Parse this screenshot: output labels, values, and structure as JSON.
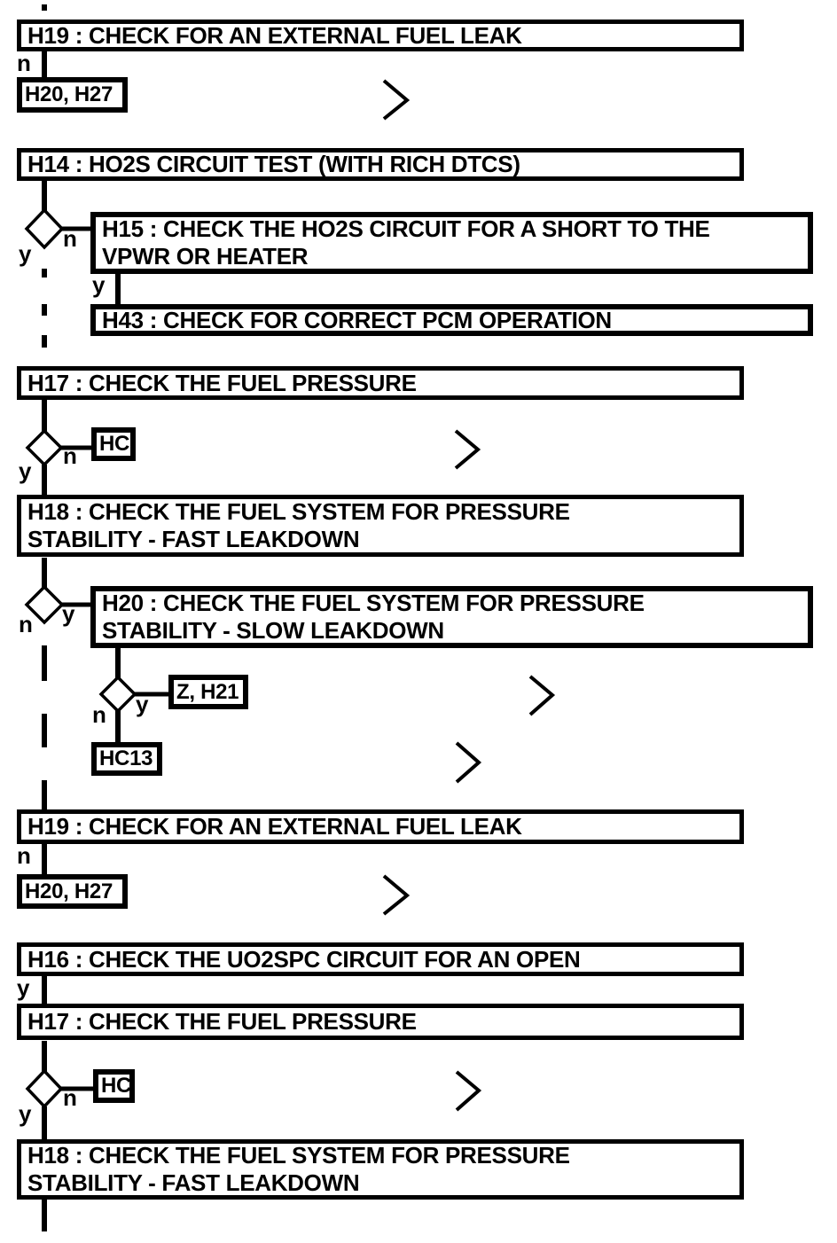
{
  "diagram": {
    "type": "flowchart",
    "colors": {
      "line": "#000000",
      "background": "#ffffff",
      "box_fill": "#ffffff"
    },
    "branch_labels": {
      "yes": "y",
      "no": "n"
    },
    "nodes": [
      {
        "id": "H19-1",
        "kind": "step",
        "lines": [
          "H19 : CHECK FOR AN EXTERNAL FUEL LEAK"
        ]
      },
      {
        "id": "H20H27-1",
        "kind": "goto",
        "lines": [
          "H20, H27"
        ]
      },
      {
        "id": "H14",
        "kind": "step",
        "lines": [
          "H14 : HO2S CIRCUIT TEST (WITH RICH DTCS)"
        ]
      },
      {
        "id": "H15",
        "kind": "step",
        "lines": [
          "H15 : CHECK THE HO2S CIRCUIT FOR A SHORT TO THE",
          "VPWR OR HEATER"
        ]
      },
      {
        "id": "H43",
        "kind": "step",
        "lines": [
          "H43 : CHECK FOR CORRECT PCM OPERATION"
        ]
      },
      {
        "id": "H17-1",
        "kind": "step",
        "lines": [
          "H17 : CHECK THE FUEL PRESSURE"
        ]
      },
      {
        "id": "HC-1",
        "kind": "goto",
        "lines": [
          "HC"
        ]
      },
      {
        "id": "H18-1",
        "kind": "step",
        "lines": [
          "H18 : CHECK THE FUEL SYSTEM FOR PRESSURE",
          "STABILITY - FAST LEAKDOWN"
        ]
      },
      {
        "id": "H20",
        "kind": "step",
        "lines": [
          "H20 : CHECK THE FUEL SYSTEM FOR PRESSURE",
          "STABILITY - SLOW LEAKDOWN"
        ]
      },
      {
        "id": "ZH21",
        "kind": "goto",
        "lines": [
          "Z, H21"
        ]
      },
      {
        "id": "HC13",
        "kind": "goto",
        "lines": [
          "HC13"
        ]
      },
      {
        "id": "H19-2",
        "kind": "step",
        "lines": [
          "H19 : CHECK FOR AN EXTERNAL FUEL LEAK"
        ]
      },
      {
        "id": "H20H27-2",
        "kind": "goto",
        "lines": [
          "H20, H27"
        ]
      },
      {
        "id": "H16",
        "kind": "step",
        "lines": [
          "H16 : CHECK THE UO2SPC CIRCUIT FOR AN OPEN"
        ]
      },
      {
        "id": "H17-2",
        "kind": "step",
        "lines": [
          "H17 : CHECK THE FUEL PRESSURE"
        ]
      },
      {
        "id": "HC-2",
        "kind": "goto",
        "lines": [
          "HC"
        ]
      },
      {
        "id": "H18-2",
        "kind": "step",
        "lines": [
          "H18 : CHECK THE FUEL SYSTEM FOR PRESSURE",
          "STABILITY - FAST LEAKDOWN"
        ]
      }
    ]
  }
}
